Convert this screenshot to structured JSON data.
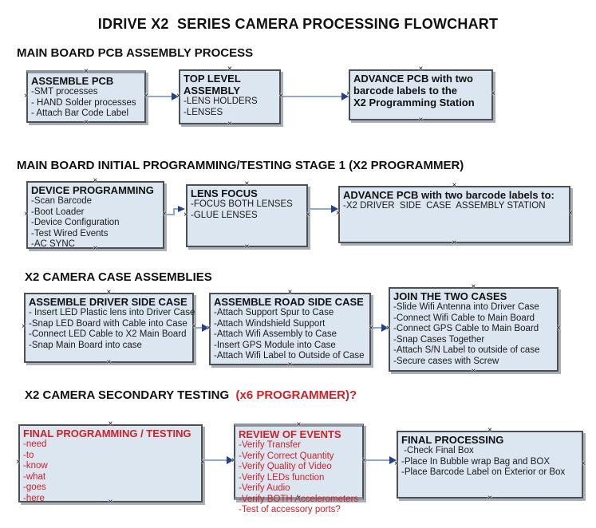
{
  "title": "IDRIVE X2  SERIES CAMERA PROCESSING FLOWCHART",
  "colors": {
    "box_fill": "#dce6f1",
    "box_border": "#4d4f52",
    "accent_red": "#cc2229",
    "arrow_line": "#93a9cb",
    "arrow_head": "#24418e"
  },
  "sections": [
    {
      "header": "MAIN BOARD PCB ASSEMBLY PROCESS",
      "boxes": [
        {
          "title": "ASSEMBLE PCB",
          "items": [
            "-SMT processes",
            "- HAND Solder processes",
            "- Attach Bar Code Label"
          ]
        },
        {
          "title": "TOP LEVEL ASSEMBLY",
          "items": [
            "-LENS HOLDERS",
            "-LENSES"
          ]
        },
        {
          "title": "ADVANCE PCB with two\nbarcode labels to the\n X2 Programming Station",
          "items": []
        }
      ]
    },
    {
      "header": "MAIN BOARD INITIAL PROGRAMMING/TESTING STAGE 1 (X2 PROGRAMMER)",
      "boxes": [
        {
          "title": "DEVICE PROGRAMMING",
          "items": [
            "-Scan Barcode",
            "-Boot Loader",
            "-Device Configuration",
            "-Test Wired Events",
            "-AC SYNC"
          ]
        },
        {
          "title": "LENS FOCUS",
          "items": [
            "-FOCUS BOTH LENSES",
            "-GLUE LENSES"
          ]
        },
        {
          "title": "ADVANCE PCB with two barcode labels to:",
          "items": [
            "-X2 DRIVER  SIDE  CASE  ASSEMBLY STATION"
          ]
        }
      ]
    },
    {
      "header": "X2 CAMERA CASE ASSEMBLIES",
      "boxes": [
        {
          "title": "ASSEMBLE DRIVER SIDE CASE",
          "items": [
            "- Insert LED Plastic lens into Driver Case",
            "-Snap LED Board with Cable into Case",
            "-Connect LED Cable to X2 Main Board",
            "-Snap Main Board into case"
          ]
        },
        {
          "title": "ASSEMBLE ROAD SIDE CASE",
          "items": [
            "-Attach Support Spur to Case",
            "-Attach Windshield Support",
            "-Attach Wifi Assembly to Case",
            "-Insert GPS Module into Case",
            "-Attach Wifi Label to Outside of Case"
          ]
        },
        {
          "title": "JOIN THE TWO CASES",
          "items": [
            "-Slide Wifi Antenna into Driver Case",
            "-Connect Wifi Cable to Main Board",
            "-Connect GPS Cable to Main Board",
            "-Snap Cases Together",
            "-Attach S/N Label to outside of case",
            "-Secure cases with Screw"
          ]
        }
      ]
    },
    {
      "header": "X2 CAMERA SECONDARY TESTING ",
      "header_suffix": " (x6 PROGRAMMER)?",
      "boxes": [
        {
          "title": "FINAL PROGRAMMING / TESTING",
          "items": [
            "-need",
            "-to",
            "-know",
            "-what",
            "-goes",
            "-here"
          ]
        },
        {
          "title": "REVIEW OF EVENTS",
          "items": [
            "-Verify Transfer",
            "-Verify Correct Quantity",
            "-Verify Quality of Video",
            "-Verify LEDs function",
            "-Verify Audio",
            "-Verify BOTH Accelerometers",
            "-Test of accessory ports?"
          ]
        },
        {
          "title": "FINAL PROCESSING",
          "items": [
            " -Check Final Box",
            "-Place In Bubble wrap Bag and BOX",
            "-Place Barcode Label on Exterior or Box"
          ]
        }
      ]
    }
  ]
}
